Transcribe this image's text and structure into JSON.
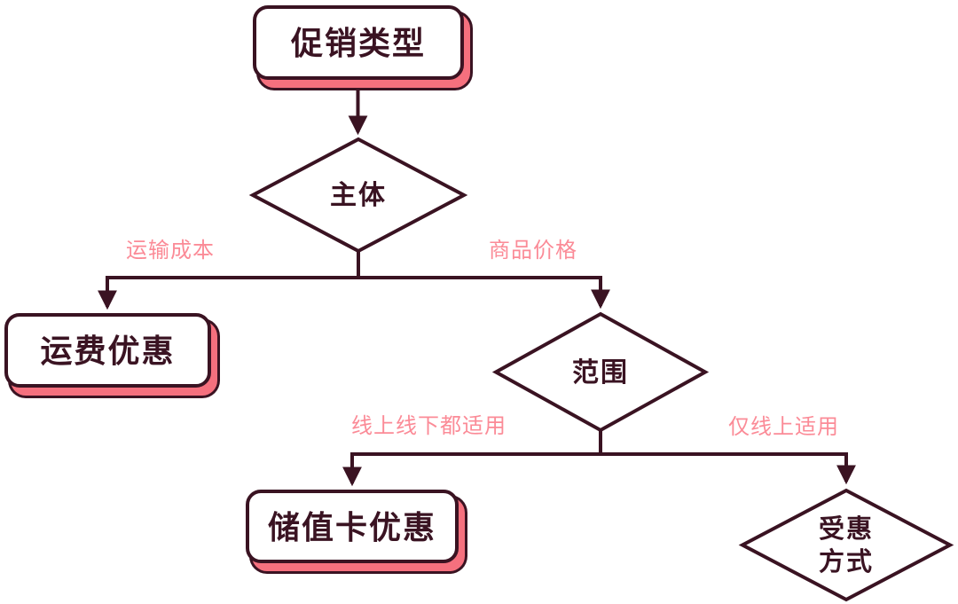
{
  "diagram": {
    "type": "flowchart",
    "colors": {
      "outline": "#3a1322",
      "node_fill": "#ffffff",
      "node_shadow_pink": "#f5707e",
      "edge_label_pink": "#fb8b97",
      "background": "#ffffff"
    },
    "nodes": {
      "promo_type": {
        "label": "促销类型",
        "shape": "rounded-rect"
      },
      "subject": {
        "label": "主体",
        "shape": "diamond"
      },
      "shipping_discount": {
        "label": "运费优惠",
        "shape": "rounded-rect"
      },
      "scope": {
        "label": "范围",
        "shape": "diamond"
      },
      "stored_value_discount": {
        "label": "储值卡优惠",
        "shape": "rounded-rect"
      },
      "benefit_method": {
        "label": "受惠\n方式",
        "shape": "diamond"
      }
    },
    "edges": [
      {
        "from": "promo_type",
        "to": "subject",
        "label": ""
      },
      {
        "from": "subject",
        "to": "shipping_discount",
        "label": "运输成本"
      },
      {
        "from": "subject",
        "to": "scope",
        "label": "商品价格"
      },
      {
        "from": "scope",
        "to": "stored_value_discount",
        "label": "线上线下都适用"
      },
      {
        "from": "scope",
        "to": "benefit_method",
        "label": "仅线上适用"
      }
    ]
  }
}
